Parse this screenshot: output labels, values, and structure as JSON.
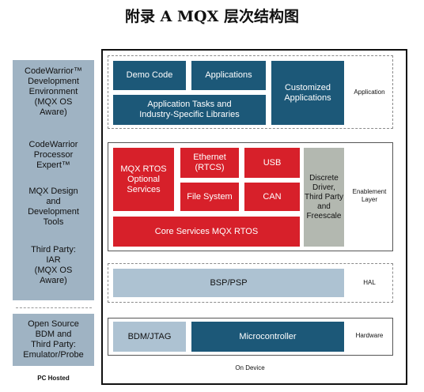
{
  "title": "附录 A MQX 层次结构图",
  "left_panel": {
    "codewarrior_dev": "CodeWarrior™\nDevelopment\nEnvironment\n(MQX OS\nAware)",
    "processor_expert": "CodeWarrior\nProcessor\nExpert™",
    "mqx_tools": "MQX Design\nand\nDevelopment\nTools",
    "iar": "Third Party:\nIAR\n(MQX OS\nAware)",
    "open_source": "Open Source\nBDM and\nThird Party:\nEmulator/Probe",
    "pc_hosted": "PC Hosted"
  },
  "application_layer": {
    "label": "Application",
    "demo_code": "Demo Code",
    "applications": "Applications",
    "customized": "Customized\nApplications",
    "tasks": "Application Tasks and\nIndustry-Specific Libraries"
  },
  "enablement_layer": {
    "label": "Enablement\nLayer",
    "optional_services": "MQX RTOS\nOptional\nServices",
    "ethernet": "Ethernet\n(RTCS)",
    "usb": "USB",
    "file_system": "File System",
    "can": "CAN",
    "core_services": "Core Services MQX RTOS",
    "discrete": "Discrete\nDriver,\nThird Party\nand\nFreescale"
  },
  "hal_layer": {
    "label": "HAL",
    "bsp": "BSP/PSP"
  },
  "hardware_layer": {
    "label": "Hardware",
    "bdm": "BDM/JTAG",
    "microcontroller": "Microcontroller"
  },
  "on_device": "On Device",
  "colors": {
    "teal": "#1c5878",
    "red": "#d7202a",
    "grey": "#b3b8b0",
    "light_blue": "#adc2d2",
    "side_panel": "#9fb3c3"
  }
}
